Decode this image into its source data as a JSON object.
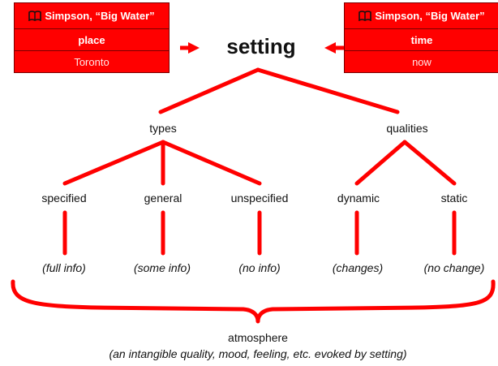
{
  "colors": {
    "accent": "#ff0000",
    "card_border": "#7a0000",
    "text": "#111111"
  },
  "left_card": {
    "icon": "book-icon",
    "title": "Simpson, “Big Water”",
    "heading": "place",
    "value": "Toronto"
  },
  "right_card": {
    "icon": "book-icon",
    "title": "Simpson, “Big Water”",
    "heading": "time",
    "value": "now"
  },
  "root": "setting",
  "branches": {
    "types": "types",
    "qualities": "qualities"
  },
  "leaves": {
    "specified": "specified",
    "general": "general",
    "unspecified": "unspecified",
    "dynamic": "dynamic",
    "static": "static"
  },
  "notes": {
    "specified": "(full info)",
    "general": "(some info)",
    "unspecified": "(no info)",
    "dynamic": "(changes)",
    "static": "(no change)"
  },
  "footer": {
    "label": "atmosphere",
    "description": "(an intangible quality, mood, feeling, etc. evoked by setting)"
  }
}
